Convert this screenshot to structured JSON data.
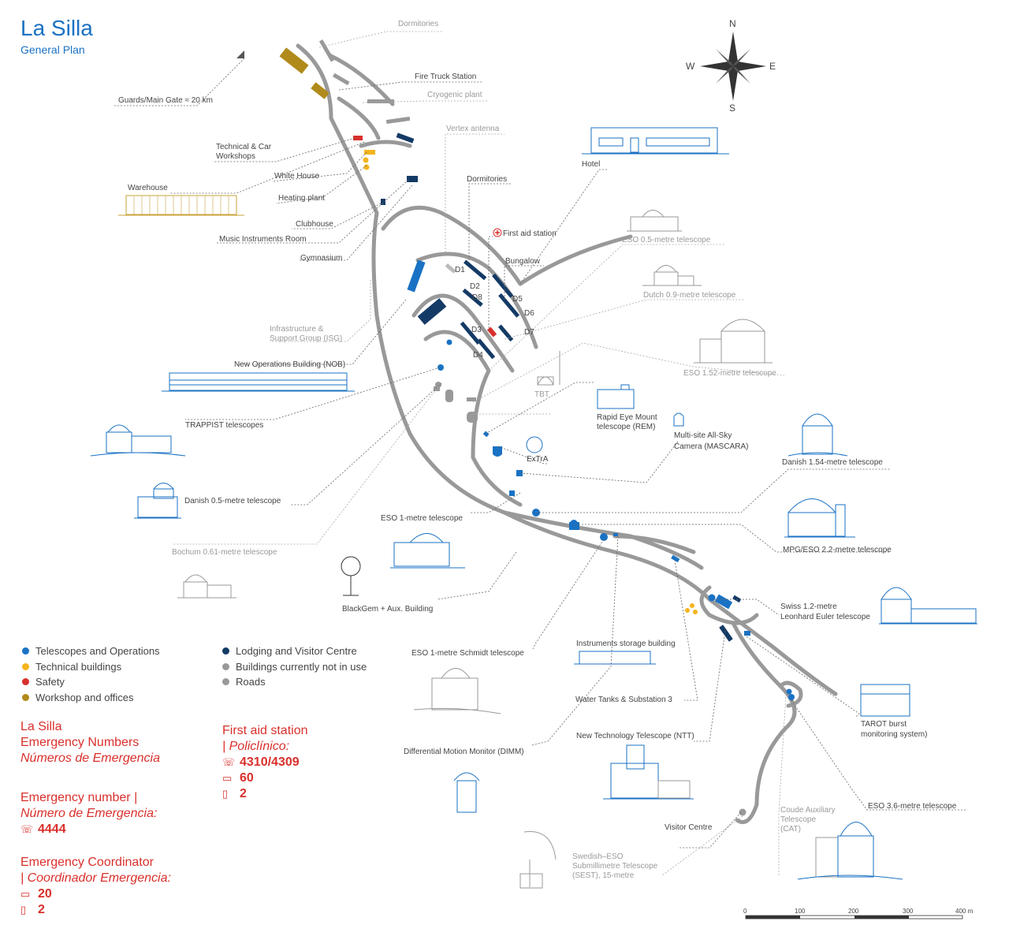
{
  "header": {
    "title": "La Silla",
    "subtitle": "General Plan"
  },
  "compass": {
    "n": "N",
    "s": "S",
    "e": "E",
    "w": "W"
  },
  "labels": {
    "dormitories_top": "Dormitories",
    "fire_truck": "Fire Truck Station",
    "cryogenic": "Cryogenic plant",
    "vertex": "Vertex antenna",
    "guards": "Guards/Main Gate ≈ 20 km",
    "tech_car_1": "Technical & Car",
    "tech_car_2": "Workshops",
    "white_house": "White House",
    "heating": "Heating plant",
    "warehouse": "Warehouse",
    "clubhouse": "Clubhouse",
    "music": "Music Instruments Room",
    "gym": "Gymnasium",
    "dormitories_mid": "Dormitories",
    "hotel": "Hotel",
    "first_aid": "First aid station",
    "bungalow": "Bungalow",
    "isg_1": "Infrastructure &",
    "isg_2": "Support Group (ISG)",
    "nob": "New Operations Building (NOB)",
    "trappist": "TRAPPIST telescopes",
    "danish05": "Danish 0.5-metre telescope",
    "bochum": "Bochum 0.61-metre telescope",
    "eso1m": "ESO 1-metre telescope",
    "blackgem": "BlackGem + Aux. Building",
    "eso05": "ESO 0.5-metre telescope",
    "dutch": "Dutch 0.9-metre telescope",
    "eso152": "ESO 1.52-metre telescope",
    "tbt": "TBT",
    "rem_1": "Rapid Eye Mount",
    "rem_2": "telescope (REM)",
    "mascara_1": "Multi-site All-Sky",
    "mascara_2": "Camera (MASCARA)",
    "extra": "ExTrA",
    "danish154": "Danish 1.54-metre telescope",
    "mpg22": "MPG/ESO 2.2-metre telescope",
    "swiss_1": "Swiss 1.2-metre",
    "swiss_2": "Leonhard Euler telescope",
    "schmidt": "ESO 1-metre Schmidt telescope",
    "instr_storage": "Instruments storage building",
    "water": "Water Tanks & Substation 3",
    "ntt": "New Technology Telescope (NTT)",
    "dimm": "Differential Motion Monitor (DIMM)",
    "tarot_1": "TAROT burst",
    "tarot_2": "monitoring system)",
    "eso36": "ESO 3.6-metre telescope",
    "visitor": "Visitor Centre",
    "cat_1": "Coude Auxiliary",
    "cat_2": "Telescope",
    "cat_3": "(CAT)",
    "sest_1": "Swedish–ESO",
    "sest_2": "Submillimetre Telescope",
    "sest_3": "(SEST), 15-metre",
    "d1": "D1",
    "d2": "D2",
    "d3": "D3",
    "d4": "D4",
    "d5": "D5",
    "d6": "D6",
    "d7": "D7",
    "d8": "D8"
  },
  "legend": {
    "items_left": [
      {
        "label": "Telescopes and Operations",
        "color": "#1a72c4"
      },
      {
        "label": "Technical buildings",
        "color": "#f5b41e"
      },
      {
        "label": "Safety",
        "color": "#d9302c"
      },
      {
        "label": "Workshop and offices",
        "color": "#b08a1a"
      }
    ],
    "items_right": [
      {
        "label": "Lodging and Visitor Centre",
        "color": "#143a66"
      },
      {
        "label": "Buildings currently not in use",
        "color": "#999999"
      },
      {
        "label": "Roads",
        "color": "#999999"
      }
    ]
  },
  "emergency": {
    "block1_l1": "La Silla",
    "block1_l2": "Emergency Numbers",
    "block1_l3": "Números de Emergencia",
    "block2_l1": "Emergency number |",
    "block2_l2": "Número de Emergencia:",
    "block2_num": "4444",
    "block3_l1": "Emergency Coordinator",
    "block3_l2": "| Coordinador Emergencia:",
    "block3_radio": "20",
    "block3_mobile": "2",
    "aid_l1": "First aid station",
    "aid_l2": "| Policlínico:",
    "aid_phone": "4310/4309",
    "aid_radio": "60",
    "aid_mobile": "2",
    "icon_phone": "phone-icon",
    "icon_radio": "radio-icon",
    "icon_mobile": "handheld-radio-icon"
  },
  "scale": {
    "ticks": [
      "0",
      "100",
      "200",
      "300",
      "400 m"
    ]
  },
  "colors": {
    "telescope": "#1a72c4",
    "technical": "#f5b41e",
    "safety": "#d9302c",
    "workshop": "#b08a1a",
    "lodging": "#143a66",
    "unused": "#999999"
  }
}
